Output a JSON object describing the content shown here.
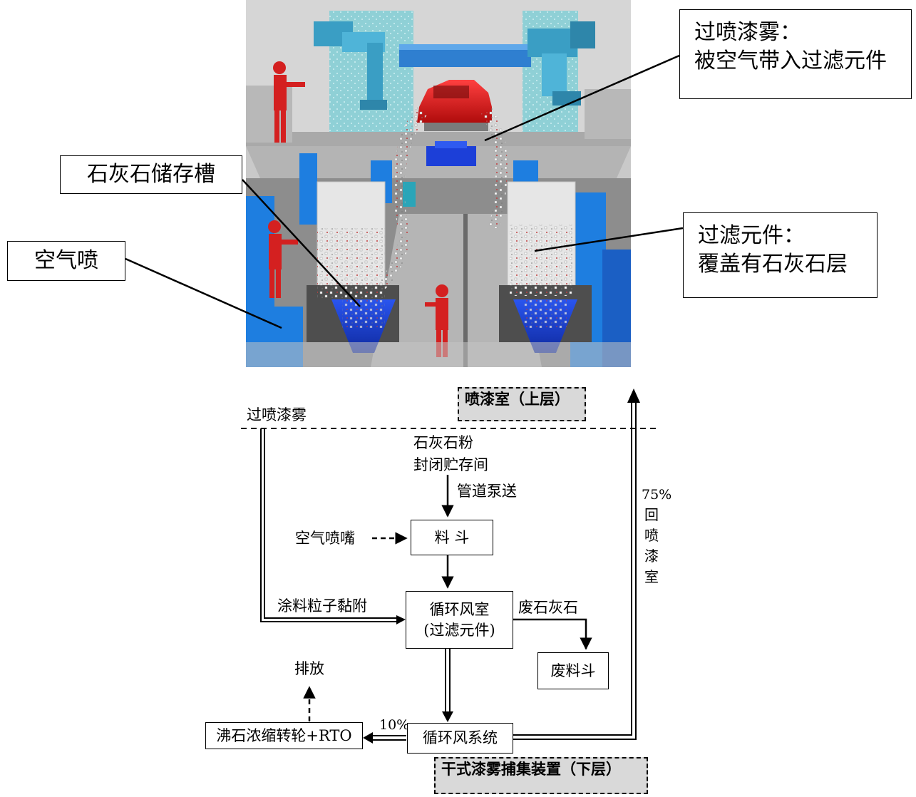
{
  "callouts": {
    "overspray": [
      "过喷漆雾：",
      "被空气带入过滤元件"
    ],
    "limestone_tank": "石灰石储存槽",
    "air_jet": "空气喷",
    "filter_element": [
      "过滤元件：",
      "覆盖有石灰石层"
    ]
  },
  "flowchart": {
    "upper_layer": "喷漆室（上层）",
    "lower_layer": "干式漆雾捕集装置（下层）",
    "overspray_label": "过喷漆雾",
    "storage_line1": "石灰石粉",
    "storage_line2": "封闭贮存间",
    "pipe_label": "管道泵送",
    "air_nozzle": "空气喷嘴",
    "hopper": "料 斗",
    "adhesion_label": "涂料粒子黏附",
    "chamber_line1": "循环风室",
    "chamber_line2": "(过滤元件)",
    "waste_label": "废石灰石",
    "waste_hopper": "废料斗",
    "return_percent": "75%",
    "return_text": "回喷漆室",
    "discharge": "排放",
    "rto": "沸石浓缩转轮+RTO",
    "rto_percent": "10%",
    "recirc_system": "循环风系统"
  },
  "colors": {
    "worker": "#d42020",
    "hopper_blue": "#1a3fd6",
    "booth_blue": "#1e7ee0",
    "robot": "#3a9ec4",
    "layer_fill": "#d9d9d9"
  }
}
